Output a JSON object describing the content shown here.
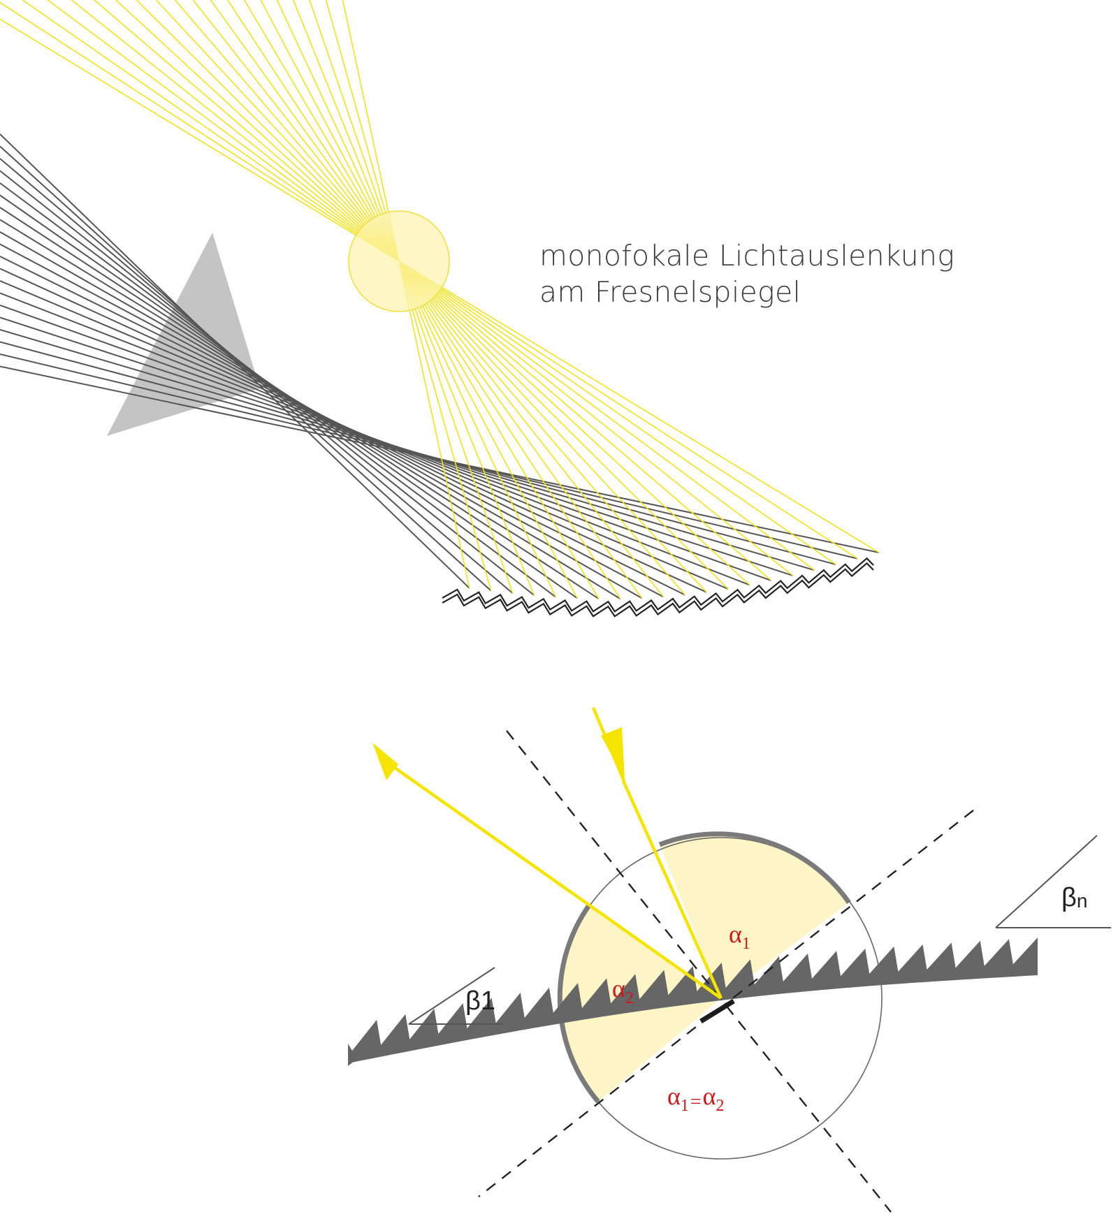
{
  "caption": {
    "line1": "monofokale Lichtauslenkung",
    "line2": "am Fresnelspiegel"
  },
  "labels": {
    "alpha1": "α",
    "alpha1_sub": "1",
    "alpha2": "α",
    "alpha2_sub": "2",
    "equality_a": "α",
    "equality_a_sub": "1",
    "equality_eq": "=",
    "equality_b": "α",
    "equality_b_sub": "2",
    "beta1": "β1",
    "betan": "βn"
  },
  "colors": {
    "light_ray": "#f5e400",
    "focus_fill": "#fdf6c4",
    "dark_ray": "#555555",
    "mirror": "#666666",
    "prism": "#c4c4c4",
    "angle_label": "#d0161c"
  }
}
